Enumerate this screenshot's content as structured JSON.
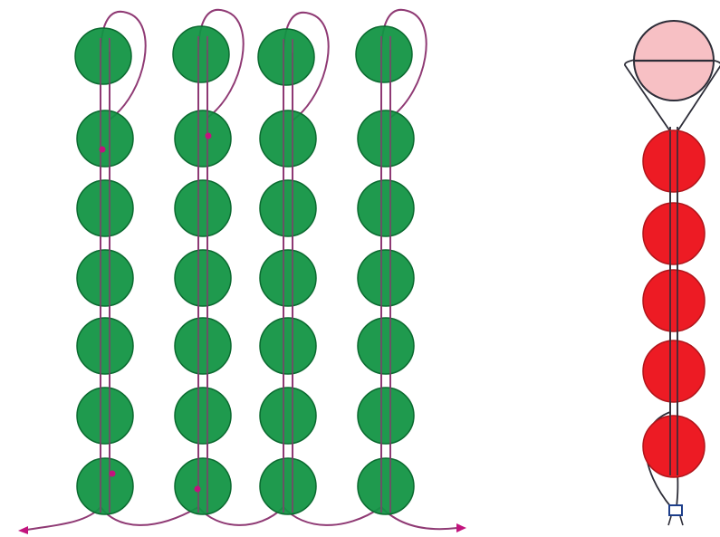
{
  "diagram": {
    "left_panel": {
      "name": "green-bead-strands",
      "column_count": 4,
      "beads_per_column": 7,
      "bead_color": "#119443",
      "bead_edge": "#0b6a30",
      "thread_color": "#8f3a74",
      "arrow_color": "#c2137d"
    },
    "right_panel": {
      "name": "red-bead-strand",
      "top_bead_color": "#f7c0c4",
      "bead_color": "#ed1b24",
      "bead_count": 5,
      "thread_color": "#2d2d38"
    }
  }
}
